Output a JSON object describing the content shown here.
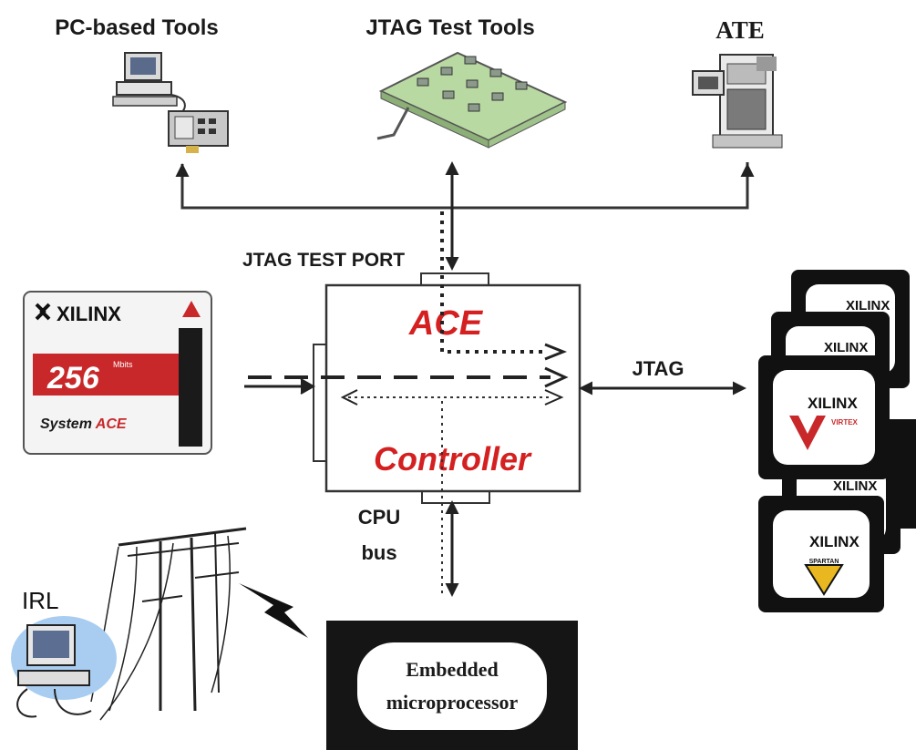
{
  "tools": {
    "pc_label": "PC-based Tools",
    "jtag_label": "JTAG Test Tools",
    "ate_label": "ATE"
  },
  "controller": {
    "port_label": "JTAG TEST PORT",
    "title_top": "ACE",
    "title_bottom": "Controller",
    "cpu_label_1": "CPU",
    "cpu_label_2": "bus",
    "jtag_label": "JTAG"
  },
  "card": {
    "brand": "XILINX",
    "capacity": "256",
    "capacity_unit": "Mbits",
    "product_a": "System ",
    "product_b": "ACE"
  },
  "devices": {
    "brand": "XILINX",
    "family_a": "VIRTEX",
    "family_b": "SPARTAN"
  },
  "irl": {
    "label": "IRL"
  },
  "micro": {
    "line1": "Embedded",
    "line2": "microprocessor"
  },
  "colors": {
    "accent_red": "#d42020",
    "card_red": "#c8282a",
    "device_black": "#111111",
    "tool_green": "#b9d9a3",
    "irl_blue": "#a9cdf0"
  }
}
